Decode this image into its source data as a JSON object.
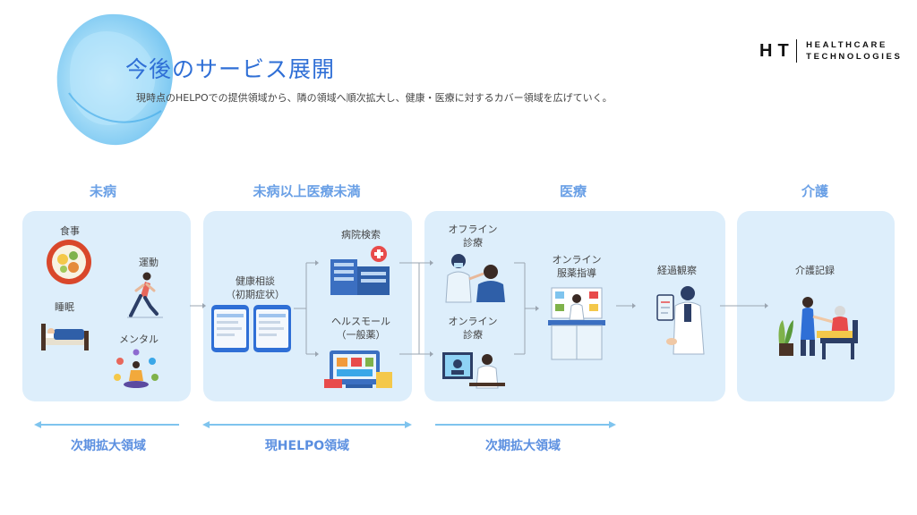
{
  "header": {
    "title": "今後のサービス展開",
    "subtitle": "現時点のHELPOでの提供領域から、隣の領域へ順次拡大し、健康・医療に対するカバー領域を広げていく。",
    "logo": {
      "mark": "HT",
      "line1": "HEALTHCARE",
      "line2": "TECHNOLOGIES"
    }
  },
  "categories": [
    "未病",
    "未病以上医療未満",
    "医療",
    "介護"
  ],
  "panels": {
    "mibyou": {
      "meal": "食事",
      "exercise": "運動",
      "sleep": "睡眠",
      "mental": "メンタル"
    },
    "helpo": {
      "consult_1": "健康相談",
      "consult_2": "（初期症状）",
      "hospital_search": "病院検索",
      "mall_1": "ヘルスモール",
      "mall_2": "（一般薬）"
    },
    "medical": {
      "offline_1": "オフライン",
      "offline_2": "診療",
      "online_1": "オンライン",
      "online_2": "診療",
      "pharma_1": "オンライン",
      "pharma_2": "服薬指導",
      "followup": "経過観察"
    },
    "care": {
      "record": "介護記録"
    }
  },
  "bottom_labels": [
    "次期拡大領域",
    "現HELPO領域",
    "次期拡大領域"
  ],
  "colors": {
    "accent": "#2f6fd6",
    "panel_bg": "#ddeefb",
    "category": "#6aa0e6",
    "arrow_line": "#7fc4ee"
  }
}
